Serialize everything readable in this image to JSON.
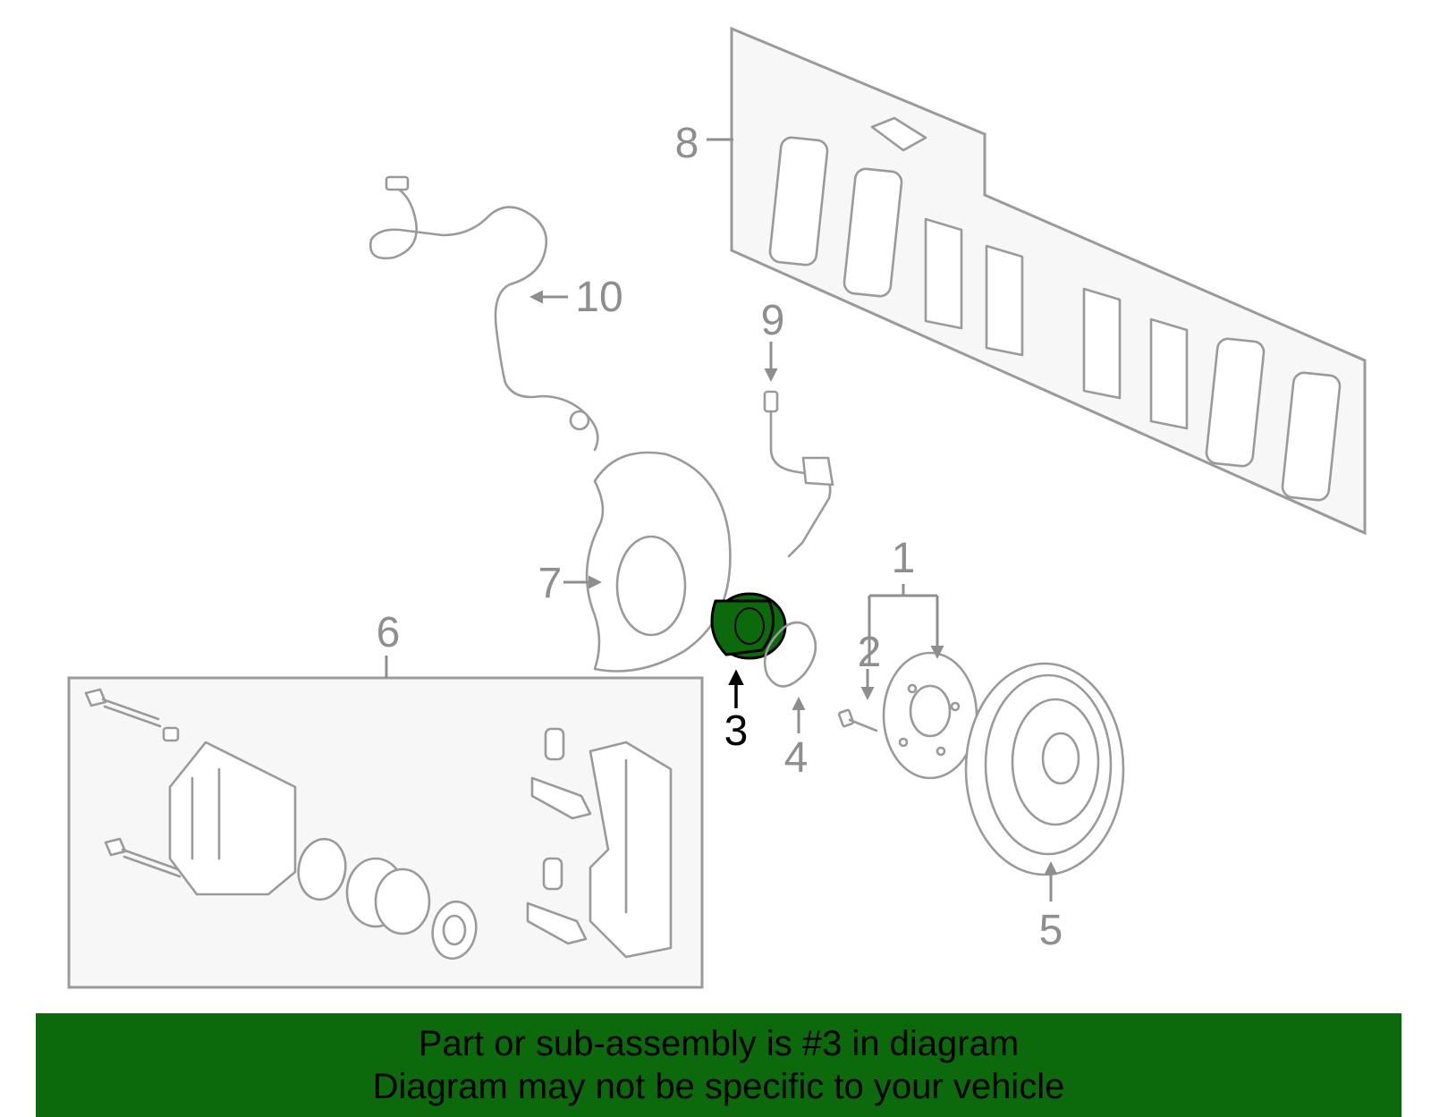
{
  "callouts": [
    "1",
    "2",
    "3",
    "4",
    "5",
    "6",
    "7",
    "8",
    "9",
    "10"
  ],
  "highlighted_part": "3",
  "colors": {
    "highlight": "#0c6a0c",
    "line": "#9a9a9a",
    "panel": "#f7f7f7"
  },
  "footer": {
    "line1": "Part or sub-assembly is #3 in diagram",
    "line2": "Diagram may not be specific to your vehicle"
  }
}
